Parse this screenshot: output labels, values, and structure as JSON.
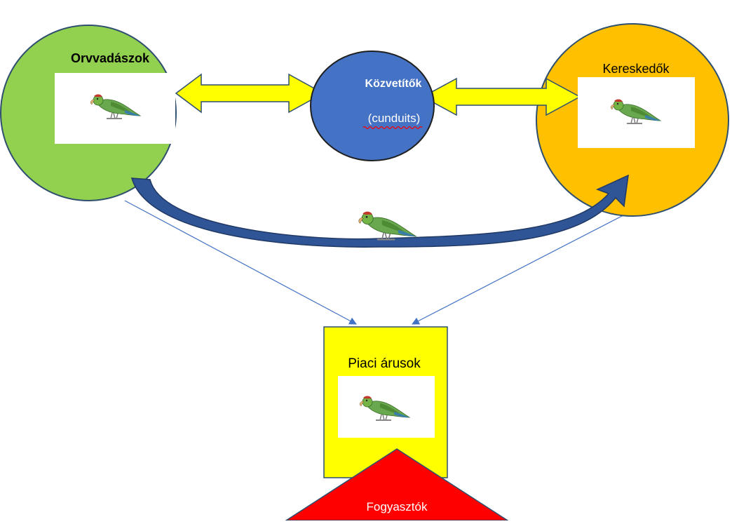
{
  "nodes": {
    "poachers": {
      "label": "Orvvadászok",
      "color": "#92d050"
    },
    "intermediaries": {
      "label": "Közvetítők",
      "sublabel": "(cunduits)",
      "color": "#4472c4"
    },
    "traders": {
      "label": "Kereskedők",
      "color": "#ffc000"
    },
    "market": {
      "label": "Piaci árusok",
      "color": "#ffff00"
    },
    "consumers": {
      "label": "Fogyasztók",
      "color": "#ff0000"
    }
  },
  "colors": {
    "double_arrow_fill": "#ffff00",
    "curved_arrow": "#2f5597",
    "connector_line": "#4472c4",
    "spellcheck_underline": "#ff0000",
    "parrot_body": "#6aa84f",
    "parrot_head": "#c0392b"
  },
  "icons": {
    "bird": "parrot-icon"
  }
}
